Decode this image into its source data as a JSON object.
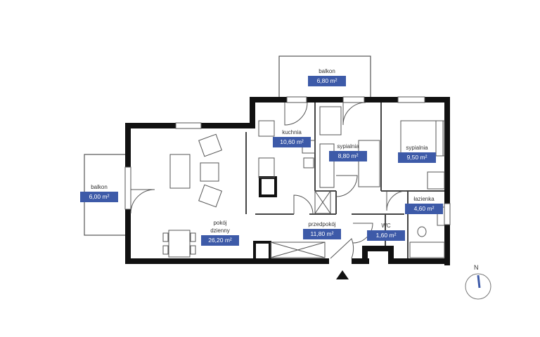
{
  "rooms": [
    {
      "name": "balkon",
      "area": "6,80 m²"
    },
    {
      "name": "kuchnia",
      "area": "10,60 m²"
    },
    {
      "name": "sypialnia",
      "area": "8,80 m²"
    },
    {
      "name": "sypialnia",
      "area": "9,50 m²"
    },
    {
      "name": "balkon",
      "area": "6,00 m²"
    },
    {
      "name": "łazienka",
      "area": "4,60 m²"
    },
    {
      "name": "pokój dzienny",
      "area": "26,20 m²"
    },
    {
      "name": "przedpokój",
      "area": "11,80 m²"
    },
    {
      "name": "WC",
      "area": "1,60 m²"
    }
  ],
  "compass": {
    "label": "N"
  },
  "colors": {
    "wall": "#111111",
    "label_bg": "#3d5aa8",
    "compass_needle": "#3d5aa8"
  }
}
